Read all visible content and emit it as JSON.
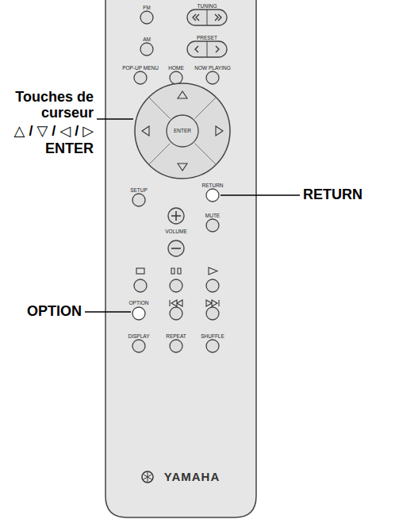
{
  "diagram": {
    "labels": [
      "FM",
      "TUNING",
      "AM",
      "PRESET",
      "POP-UP MENU",
      "HOME",
      "NOW PLAYING",
      "Touches de curseur",
      "△ / ▽ / ◁ / ▷",
      "ENTER",
      "ENTER",
      "SETUP",
      "RETURN",
      "RETURN",
      "MUTE",
      "VOLUME",
      "OPTION",
      "OPTION",
      "DISPLAY",
      "REPEAT",
      "SHUFFLE",
      "YAMAHA"
    ]
  }
}
